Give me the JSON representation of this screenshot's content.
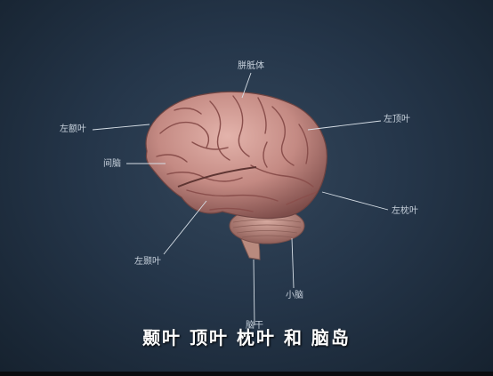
{
  "labels": {
    "corpus_callosum": "胼胝体",
    "left_frontal": "左额叶",
    "left_parietal": "左顶叶",
    "diencephalon": "间脑",
    "left_occipital": "左枕叶",
    "left_temporal": "左颞叶",
    "cerebellum": "小脑",
    "brainstem": "脑干"
  },
  "caption": "颞叶 顶叶 枕叶 和 脑岛",
  "colors": {
    "background": "#25364a",
    "brain": "#c98f88",
    "sulci": "#8a4f4c",
    "label_text": "#c7d1dc",
    "caption": "#ffffff"
  }
}
